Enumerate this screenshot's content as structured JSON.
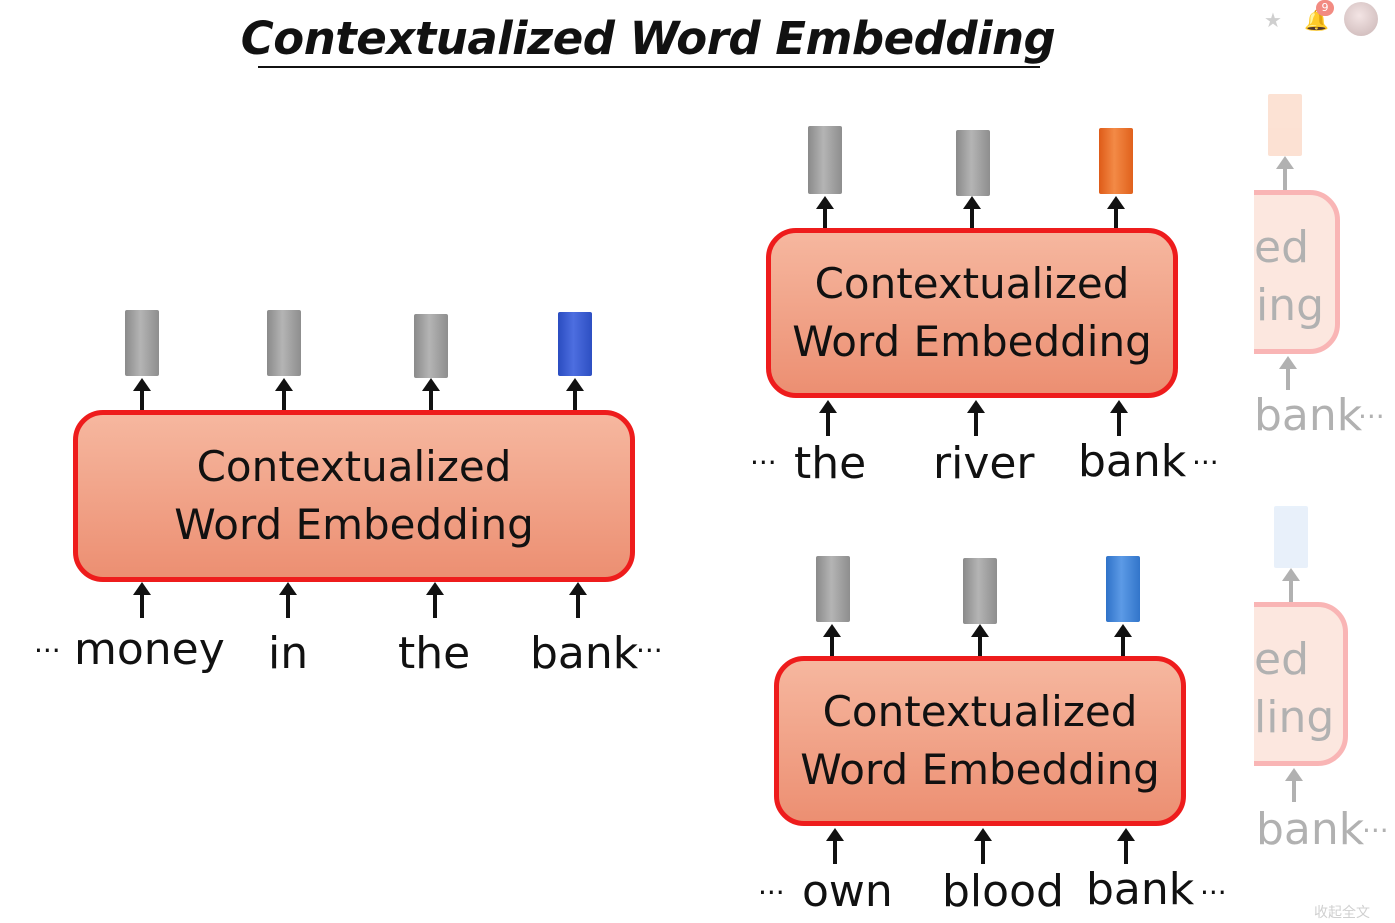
{
  "title": "Contextualized Word Embedding",
  "model_label_line1": "Contextualized",
  "model_label_line2": "Word Embedding",
  "diagrams": {
    "left": {
      "words": [
        "money",
        "in",
        "the",
        "bank"
      ],
      "highlight_color": "#3355cc"
    },
    "top_right": {
      "words": [
        "the",
        "river",
        "bank"
      ],
      "highlight_color": "#ea6a24"
    },
    "bottom_right": {
      "words": [
        "own",
        "blood",
        "bank"
      ],
      "highlight_color": "#3f86d8"
    }
  },
  "ellipsis": "···",
  "sidebar": {
    "notification_count": "9",
    "faded_fragments_top": [
      "ed",
      "ing",
      "bank"
    ],
    "faded_fragments_bottom": [
      "ed",
      "ling",
      "bank"
    ],
    "collapse_label": "收起全文",
    "icons": [
      "star-icon",
      "bell-icon",
      "avatar"
    ]
  }
}
